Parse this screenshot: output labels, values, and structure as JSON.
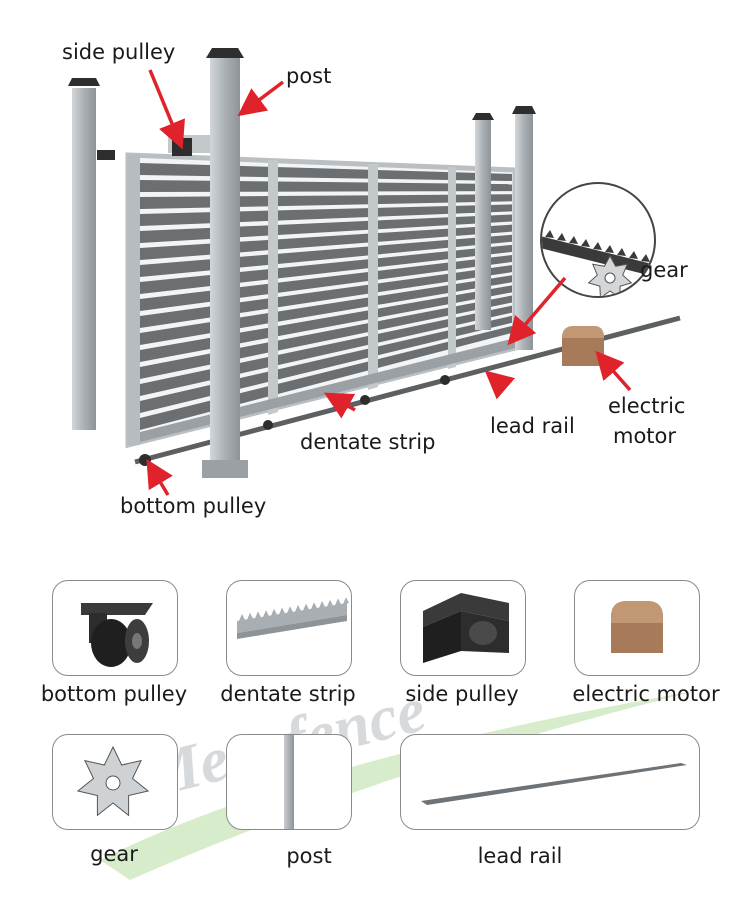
{
  "labels": {
    "side_pulley": "side pulley",
    "post": "post",
    "gear": "gear",
    "electric": "electric",
    "motor": "motor",
    "lead_rail": "lead rail",
    "dentate_strip": "dentate strip",
    "bottom_pulley": "bottom pulley"
  },
  "parts": [
    {
      "key": "bottom_pulley",
      "label": "bottom pulley"
    },
    {
      "key": "dentate_strip",
      "label": "dentate strip"
    },
    {
      "key": "side_pulley",
      "label": "side pulley"
    },
    {
      "key": "electric_motor",
      "label": "electric motor"
    },
    {
      "key": "gear",
      "label": "gear"
    },
    {
      "key": "post",
      "label": "post"
    },
    {
      "key": "lead_rail",
      "label": "lead rail"
    }
  ],
  "watermark": "Mecofence",
  "colors": {
    "arrow": "#e0232a",
    "frame": "#b9bfc3",
    "slat": "#6b6f72",
    "motor": "#a77b5a",
    "dark_part": "#2d2d2d",
    "watermark_green": "#8cc86b"
  }
}
